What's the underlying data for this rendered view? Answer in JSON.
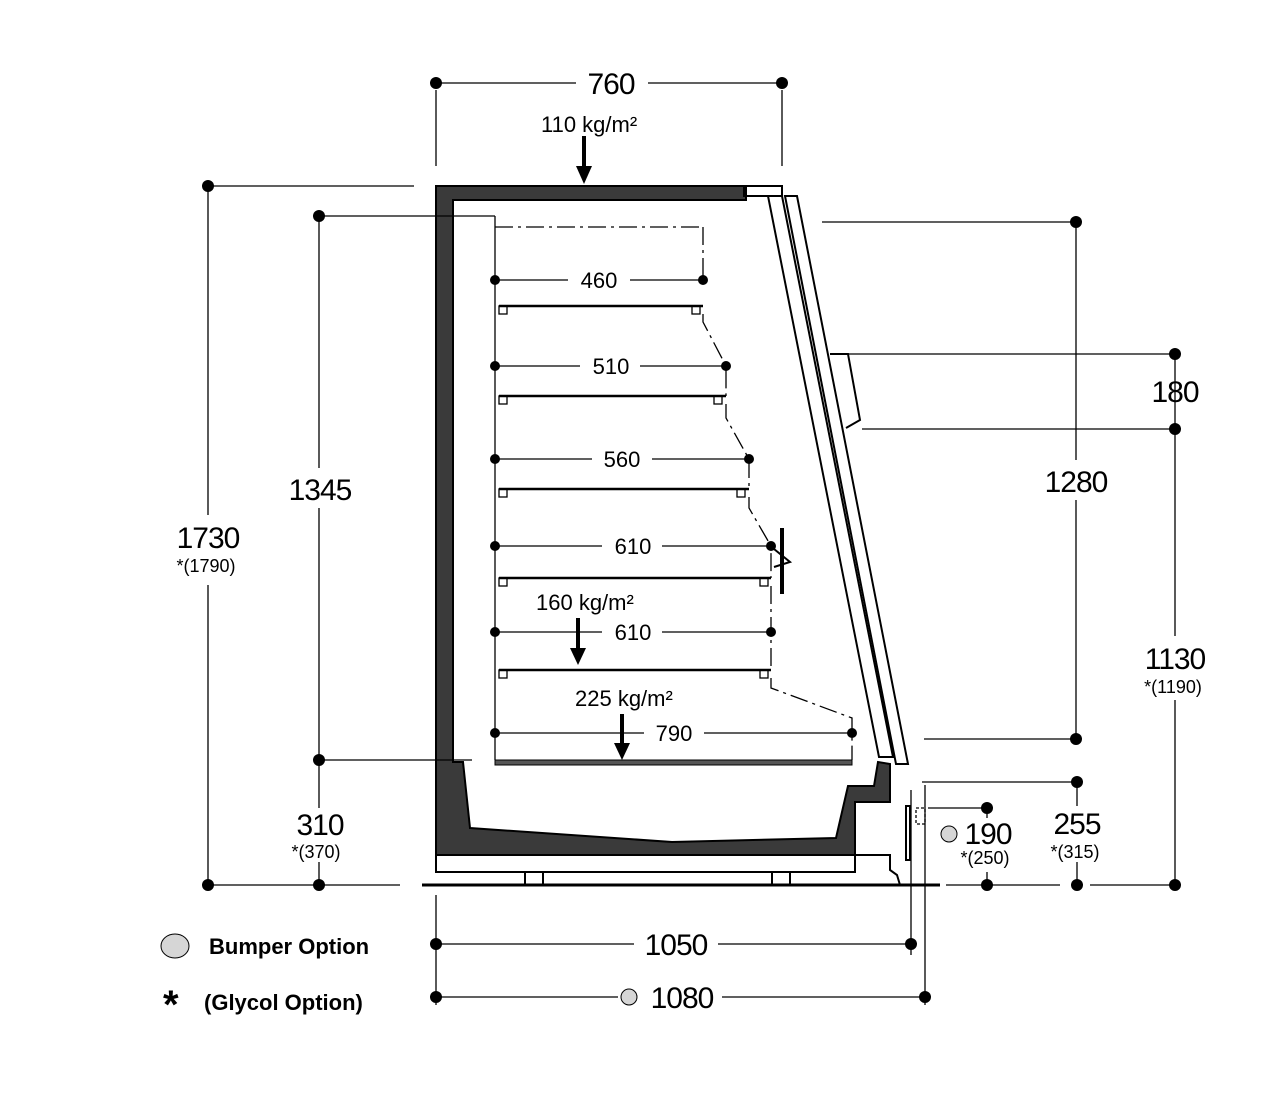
{
  "dimensions": {
    "top_width": "760",
    "overall_height": "1730",
    "overall_height_glycol": "*(1790)",
    "interior_height": "1345",
    "base_height": "310",
    "base_height_glycol": "*(370)",
    "front_opening_height": "1280",
    "handle_height": "180",
    "front_lower_height": "1130",
    "front_lower_height_glycol": "*(1190)",
    "toe_height": "255",
    "toe_height_glycol": "*(315)",
    "bumper_height": "190",
    "bumper_height_glycol": "*(250)",
    "depth": "1050",
    "depth_with_bumper": "1080"
  },
  "shelves": [
    {
      "depth": "460"
    },
    {
      "depth": "510"
    },
    {
      "depth": "560"
    },
    {
      "depth": "610"
    },
    {
      "depth": "610"
    },
    {
      "depth": "790"
    }
  ],
  "loads": {
    "top": "110 kg/m²",
    "shelf": "160 kg/m²",
    "base": "225 kg/m²"
  },
  "legend": {
    "bumper_symbol": "grey-circle-icon",
    "bumper_label": "Bumper Option",
    "glycol_symbol": "*",
    "glycol_label": "(Glycol Option)"
  },
  "colors": {
    "insulation": "#3a3a3a",
    "bumper": "#d6d6d6"
  }
}
